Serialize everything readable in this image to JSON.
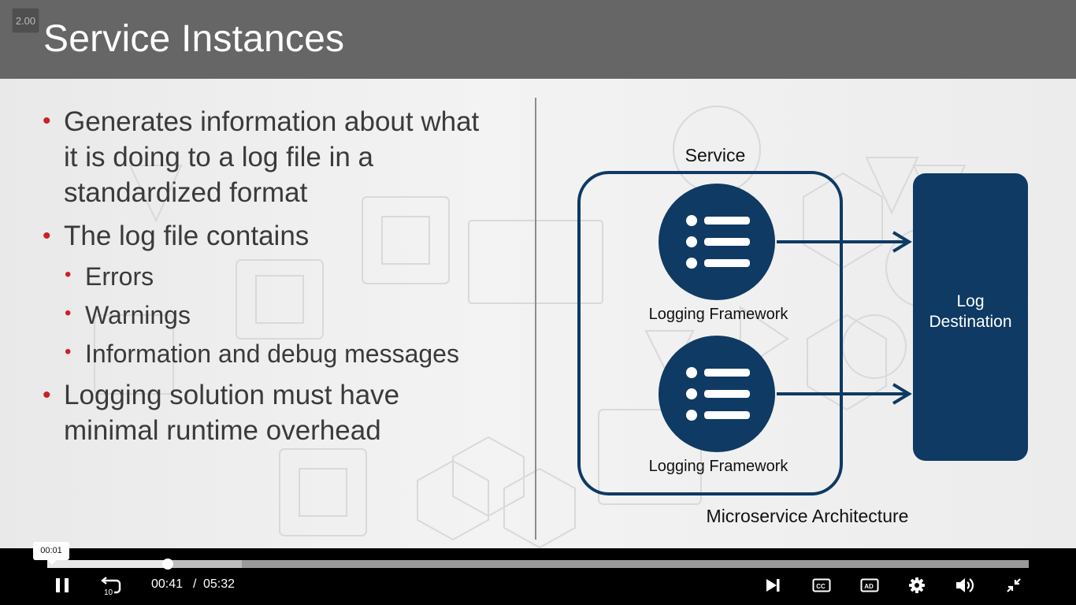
{
  "player": {
    "speed": "2.00",
    "hover_time": "00:01",
    "current_time": "00:41",
    "separator": "/",
    "duration": "05:32",
    "progress_fraction": 0.123,
    "buffered_fraction": 0.198,
    "icons": {
      "play_pause": "pause-icon",
      "rewind": "rewind-10-icon",
      "rewind_label": "10",
      "next": "skip-next-icon",
      "captions": "closed-captions-icon",
      "audio_description": "audio-description-icon",
      "settings": "gear-icon",
      "volume": "volume-icon",
      "fullscreen": "exit-fullscreen-icon"
    },
    "cc_label": "CC",
    "ad_label": "AD"
  },
  "slide": {
    "title": "Service Instances",
    "bullets": {
      "b1_line1": "Generates information about what",
      "b1_line2": "it is doing to a log file in a",
      "b1_line3": "standardized format",
      "b2": "The log file contains",
      "b2_sub1": "Errors",
      "b2_sub2": "Warnings",
      "b2_sub3": "Information and debug messages",
      "b3_line1": "Logging solution must have",
      "b3_line2": "minimal runtime overhead"
    },
    "bullet_char": "•",
    "diagram": {
      "service_label": "Service",
      "framework1_label": "Logging Framework",
      "framework2_label": "Logging Framework",
      "destination_line1": "Log",
      "destination_line2": "Destination",
      "caption": "Microservice Architecture",
      "color": "#0e3a63"
    }
  }
}
